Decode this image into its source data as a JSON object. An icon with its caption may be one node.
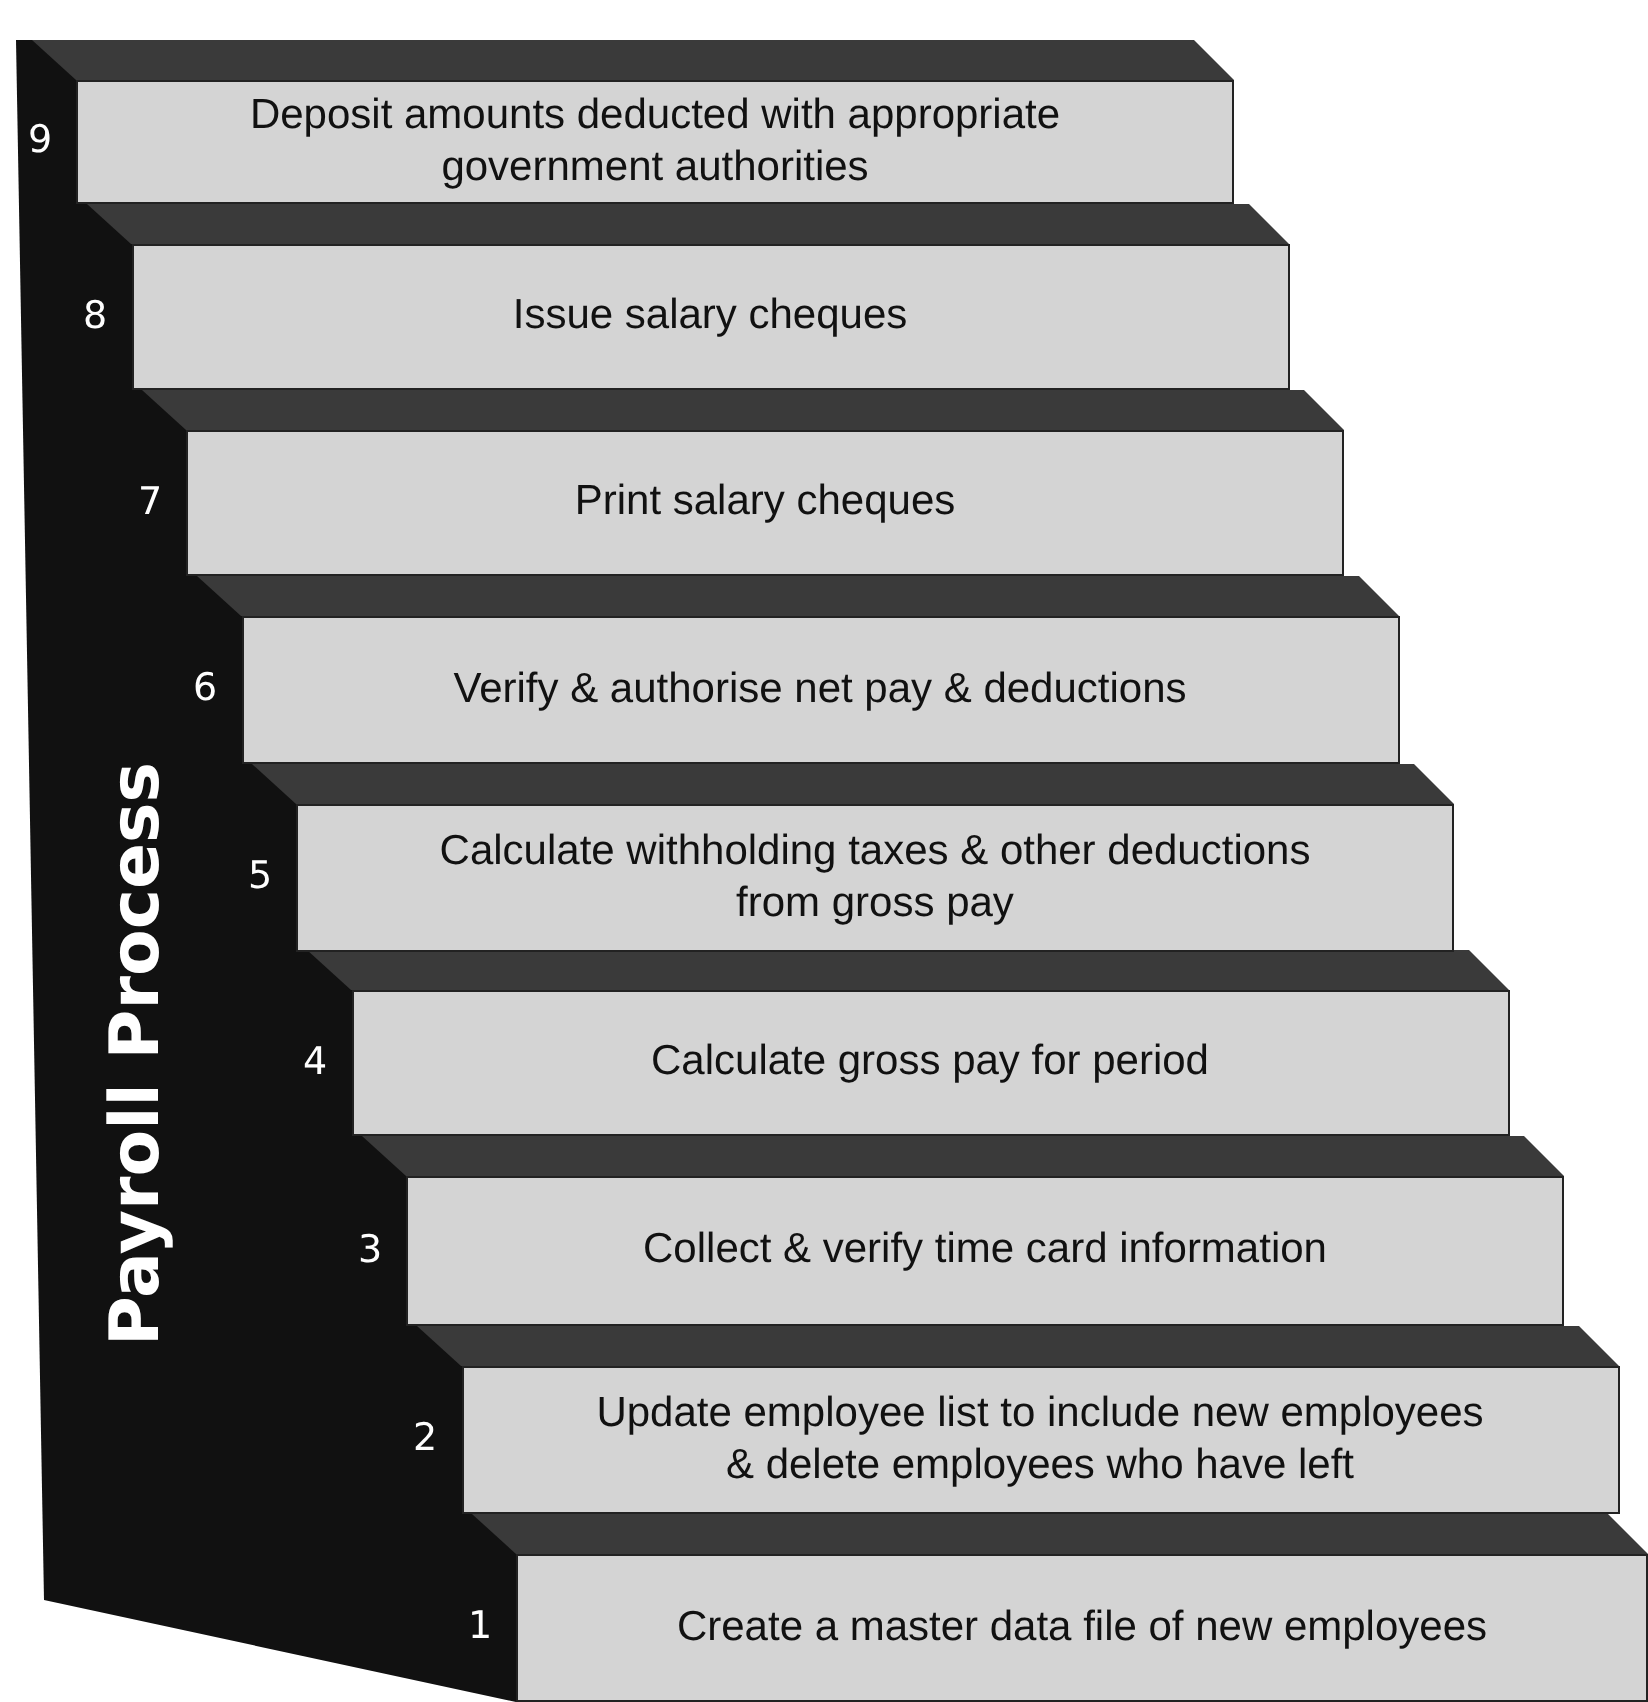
{
  "diagram": {
    "title": "Payroll Process",
    "nodes": [
      {
        "text": [
          "Deposit amounts deducted with appropriate government authorities"
        ],
        "beside": [
          "9"
        ]
      },
      {
        "text": [
          "Issue salary cheques"
        ],
        "beside": [
          "8"
        ]
      },
      {
        "text": [
          "Print salary cheques"
        ],
        "beside": [
          "7"
        ]
      },
      {
        "text": [
          "Verify & authorise net pay & deductions"
        ],
        "beside": [
          "6"
        ]
      },
      {
        "text": [
          "Calculate withholding taxes & other deductions from gross pay"
        ],
        "beside": [
          "5"
        ]
      },
      {
        "text": [
          "Calculate gross pay for period"
        ],
        "beside": [
          "4"
        ]
      },
      {
        "text": [
          "Collect & verify time card information"
        ],
        "beside": [
          "3"
        ]
      },
      {
        "text": [
          "Update employee list to include new employees & delete employees who have left"
        ],
        "beside": [
          "2"
        ]
      },
      {
        "text": [
          "Create a master data file of new employees"
        ],
        "beside": [
          "1"
        ]
      }
    ]
  }
}
